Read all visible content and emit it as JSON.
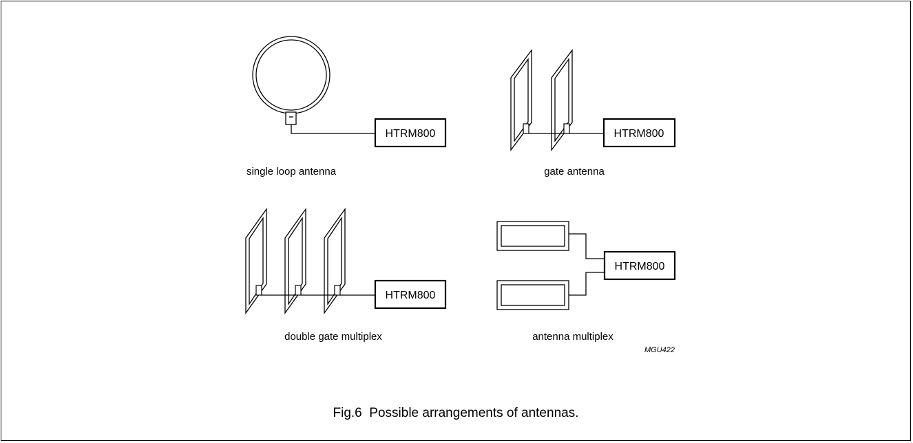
{
  "device_label": "HTRM800",
  "arrangements": [
    {
      "label": "single loop antenna"
    },
    {
      "label": "gate antenna"
    },
    {
      "label": "double gate multiplex"
    },
    {
      "label": "antenna multiplex"
    }
  ],
  "figure_code": "MGU422",
  "caption": "Fig.6  Possible arrangements of antennas."
}
